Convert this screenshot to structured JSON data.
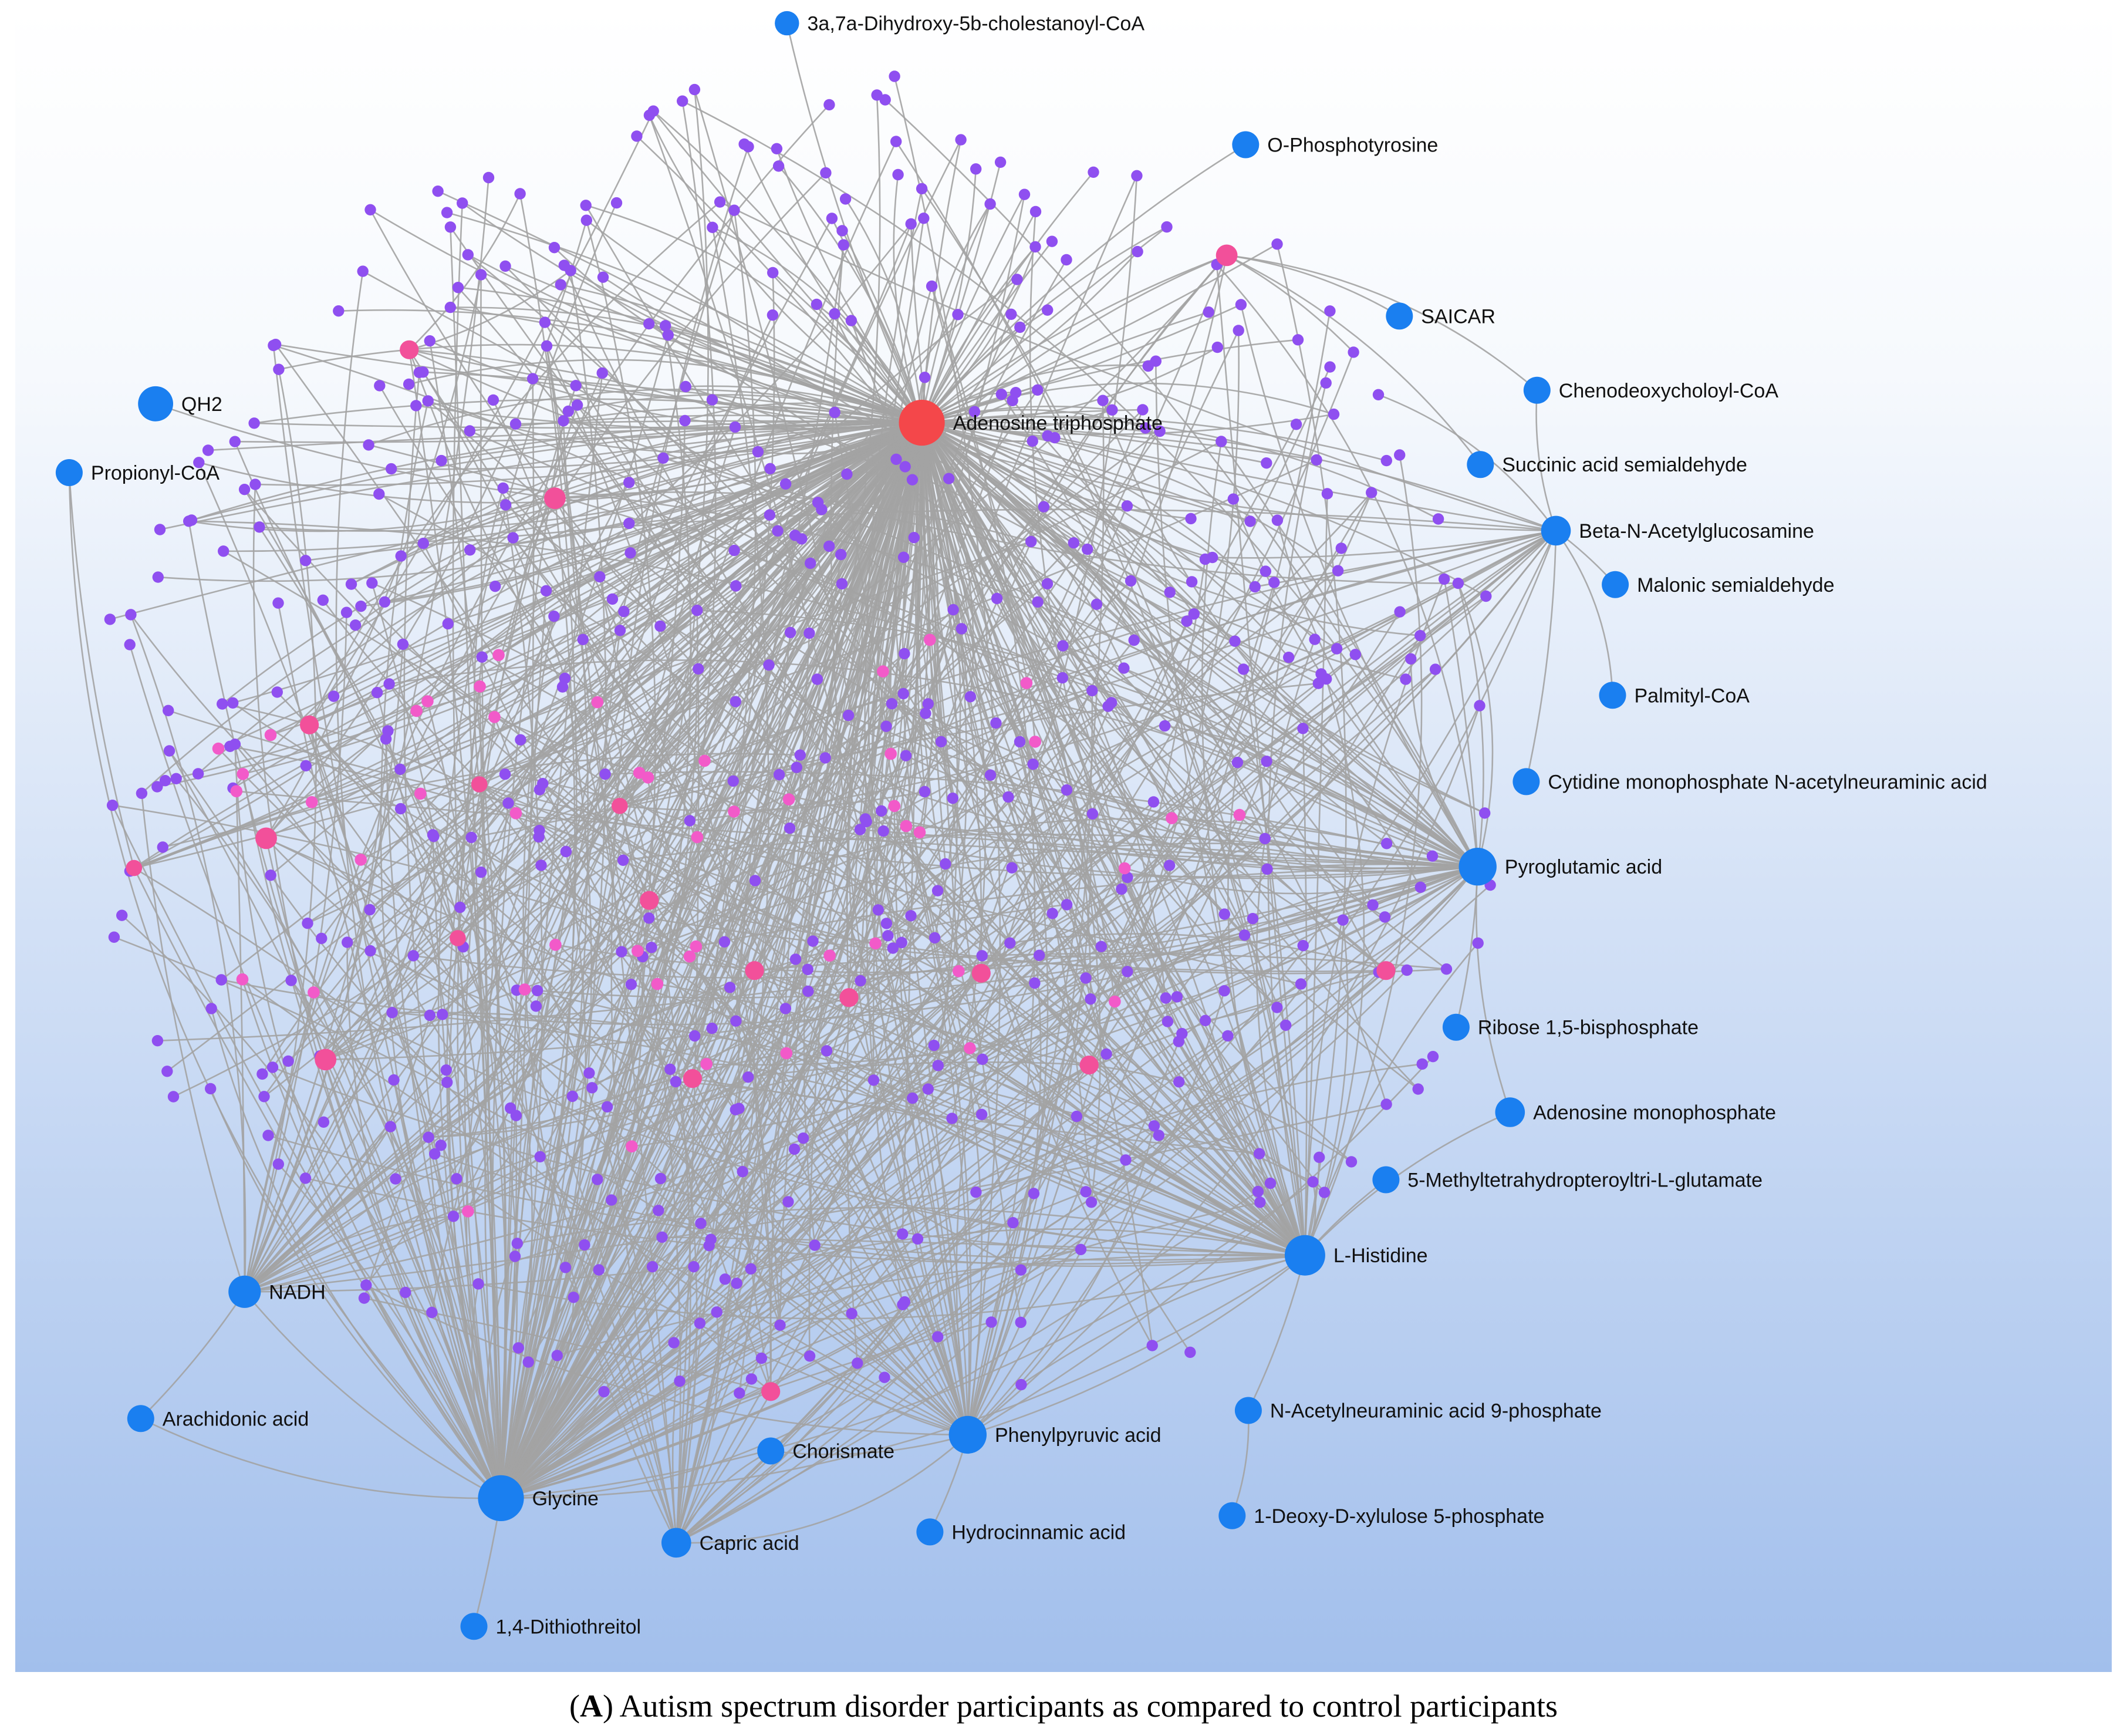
{
  "figure": {
    "caption_prefix": "(",
    "caption_panel": "A",
    "caption_text": ") Autism spectrum disorder participants as compared to control participants"
  },
  "colors": {
    "background_top": "#ffffff",
    "background_bottom": "#a2bfec",
    "edge": "#a3a3a3",
    "hub_node": "#f4474a",
    "metabolite_node": "#1a7ff0",
    "intermediate_node": "#f2509a",
    "small_node": "#8f4ff0",
    "small_pink_node": "#f25ac9"
  },
  "nodes": [
    {
      "id": "atp",
      "label": "Adenosine triphosphate",
      "kind": "hub"
    },
    {
      "id": "dhc",
      "label": "3a,7a-Dihydroxy-5b-cholestanoyl-CoA",
      "kind": "metabolite"
    },
    {
      "id": "opt",
      "label": "O-Phosphotyrosine",
      "kind": "metabolite"
    },
    {
      "id": "saicar",
      "label": "SAICAR",
      "kind": "metabolite"
    },
    {
      "id": "cdc",
      "label": "Chenodeoxycholoyl-CoA",
      "kind": "metabolite"
    },
    {
      "id": "ssa",
      "label": "Succinic acid semialdehyde",
      "kind": "metabolite"
    },
    {
      "id": "bnag",
      "label": "Beta-N-Acetylglucosamine",
      "kind": "metabolite"
    },
    {
      "id": "mals",
      "label": "Malonic semialdehyde",
      "kind": "metabolite"
    },
    {
      "id": "palm",
      "label": "Palmityl-CoA",
      "kind": "metabolite"
    },
    {
      "id": "cmpn",
      "label": "Cytidine monophosphate N-acetylneuraminic acid",
      "kind": "metabolite"
    },
    {
      "id": "pyro",
      "label": "Pyroglutamic acid",
      "kind": "metabolite"
    },
    {
      "id": "rib",
      "label": "Ribose 1,5-bisphosphate",
      "kind": "metabolite"
    },
    {
      "id": "amp",
      "label": "Adenosine monophosphate",
      "kind": "metabolite"
    },
    {
      "id": "mthf",
      "label": "5-Methyltetrahydropteroyltri-L-glutamate",
      "kind": "metabolite"
    },
    {
      "id": "his",
      "label": "L-Histidine",
      "kind": "metabolite"
    },
    {
      "id": "nana",
      "label": "N-Acetylneuraminic acid 9-phosphate",
      "kind": "metabolite"
    },
    {
      "id": "dxp",
      "label": "1-Deoxy-D-xylulose 5-phosphate",
      "kind": "metabolite"
    },
    {
      "id": "phe",
      "label": "Phenylpyruvic acid",
      "kind": "metabolite"
    },
    {
      "id": "hyd",
      "label": "Hydrocinnamic acid",
      "kind": "metabolite"
    },
    {
      "id": "chor",
      "label": "Chorismate",
      "kind": "metabolite"
    },
    {
      "id": "cap",
      "label": "Capric acid",
      "kind": "metabolite"
    },
    {
      "id": "gly",
      "label": "Glycine",
      "kind": "metabolite"
    },
    {
      "id": "dtt",
      "label": "1,4-Dithiothreitol",
      "kind": "metabolite"
    },
    {
      "id": "ara",
      "label": "Arachidonic acid",
      "kind": "metabolite"
    },
    {
      "id": "nadh",
      "label": "NADH",
      "kind": "metabolite"
    },
    {
      "id": "qh2",
      "label": "QH2",
      "kind": "metabolite"
    },
    {
      "id": "prop",
      "label": "Propionyl-CoA",
      "kind": "metabolite"
    }
  ]
}
